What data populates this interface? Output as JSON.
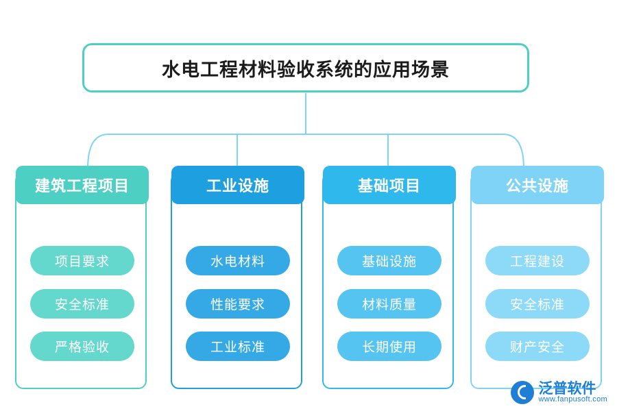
{
  "title": "水电工程材料验收系统的应用场景",
  "columns": [
    {
      "header": "建筑工程项目",
      "color": "#4ecfc4",
      "pill_color": "#65d8cd",
      "items": [
        "项目要求",
        "安全标准",
        "严格验收"
      ]
    },
    {
      "header": "工业设施",
      "color": "#1e9fe0",
      "pill_color": "#35a9e6",
      "items": [
        "水电材料",
        "性能要求",
        "工业标准"
      ]
    },
    {
      "header": "基础项目",
      "color": "#2fb8ec",
      "pill_color": "#56c4f0",
      "items": [
        "基础设施",
        "材料质量",
        "长期使用"
      ]
    },
    {
      "header": "公共设施",
      "color": "#7fd3f7",
      "pill_color": "#8ddaf8",
      "items": [
        "工程建设",
        "安全标准",
        "财产安全"
      ]
    }
  ],
  "logo": {
    "name": "泛普软件",
    "url": "www.fanpusoft.com"
  },
  "connector_color": "#7fd3f7"
}
